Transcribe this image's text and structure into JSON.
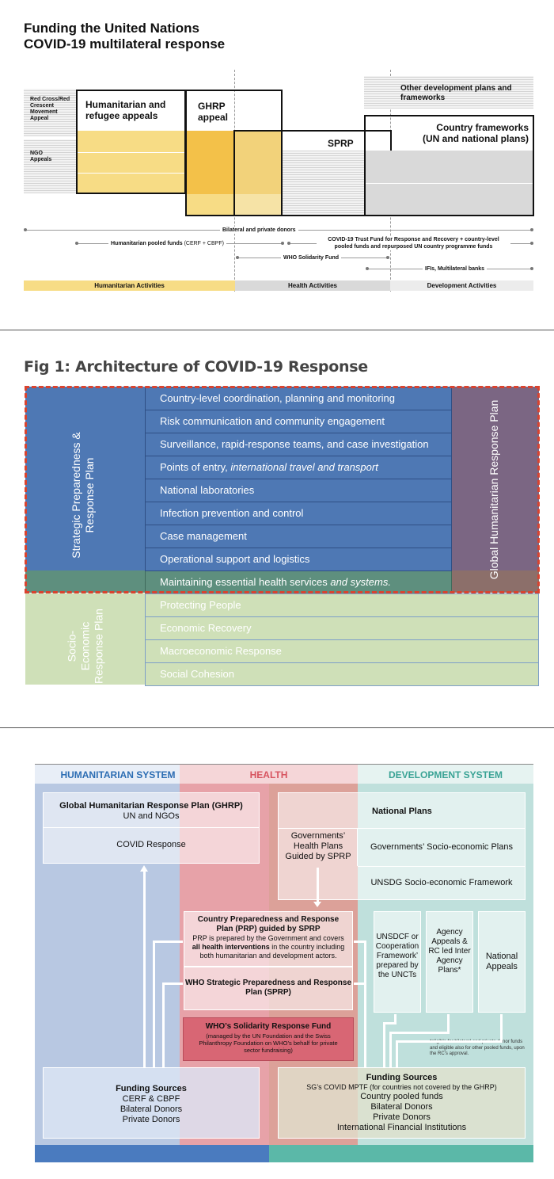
{
  "section1": {
    "title_line1": "Funding the United Nations",
    "title_line2": "COVID-19 multilateral response",
    "side_labels": {
      "red_cross": "Red Cross/Red Crescent Movement Appeal",
      "ngo": "NGO Appeals"
    },
    "boxes": {
      "humanitarian": "Humanitarian and refugee appeals",
      "ghrp": "GHRP appeal",
      "sprp": "SPRP",
      "other_dev": "Other development plans and frameworks",
      "country_frameworks": "Country frameworks (UN and national plans)"
    },
    "flows": {
      "bilateral": "Bilateral and private donors",
      "hum_pooled_bold": "Humanitarian pooled funds",
      "hum_pooled_rest": " (CERF + CBPF)",
      "covid_trust": "COVID-19 Trust Fund for Response and Recovery + country-level pooled funds and repurposed UN country programme funds",
      "who_solidarity": "WHO Solidarity Fund",
      "ifis": "IFIs, Multilateral banks"
    },
    "activity_bars": {
      "humanitarian": "Humanitarian Activities",
      "health": "Health Activities",
      "development": "Development Activities"
    },
    "colors": {
      "yellow_light": "#f7dc85",
      "yellow_dark": "#f3c149",
      "grey": "#d9d9d9"
    }
  },
  "section2": {
    "title": "Fig 1: Architecture of COVID-19 Response",
    "left_label": "Strategic Preparedness & Response Plan",
    "right_label": "Global Humanitarian Response Plan",
    "socio_label_line1": "Socio-",
    "socio_label_line2": "Economic",
    "socio_label_line3": "Response Plan",
    "blue_rows": [
      "Country-level coordination, planning and monitoring",
      "Risk communication and community engagement",
      "Surveillance, rapid-response teams, and case investigation",
      "National laboratories",
      "Infection prevention and control",
      "Case management",
      "Operational support and logistics"
    ],
    "points_of_entry": {
      "plain": "Points of entry, ",
      "italic": "international travel and transport"
    },
    "maintaining": {
      "plain": "Maintaining essential health services ",
      "italic": "and systems."
    },
    "green_rows": [
      "Protecting People",
      "Economic Recovery",
      "Macroeconomic Response",
      "Social Cohesion"
    ],
    "colors": {
      "blue": "#4e78b4",
      "purple": "#7b6683",
      "green": "#cfe0b8",
      "dashed_border": "#d9432f"
    }
  },
  "section3": {
    "headers": {
      "humanitarian": "HUMANITARIAN SYSTEM",
      "health": "HEALTH",
      "development": "DEVELOPMENT SYSTEM"
    },
    "ghrp_title": "Global Humanitarian Response Plan (GHRP)",
    "ghrp_sub": "UN and NGOs",
    "covid_response": "COVID Response",
    "national_plans": "National Plans",
    "gov_health_plans": "Governments’ Health Plans Guided by SPRP",
    "gov_socio_plans": "Governments’ Socio-economic Plans",
    "unsdg": "UNSDG Socio-economic Framework",
    "prp_title": "Country Preparedness and Response Plan (PRP) guided by SPRP",
    "prp_body_1": "PRP is prepared by the Government and covers ",
    "prp_body_bold": "all health interventions",
    "prp_body_2": " in the country including both humanitarian and development actors.",
    "who_sprp": "WHO Strategic Preparedness and Response Plan (SPRP)",
    "solidarity_title": "WHO’s Solidarity Response Fund",
    "solidarity_body": "(managed by the UN Foundation and the Swiss Philanthropy Foundation on WHO’s behalf for private sector fundraising)",
    "unsdcf": "UNSDCF or Cooperation Framework’ prepared by the UNCTs",
    "agency_appeals": "Agency Appeals & RC led Inter Agency Plans*",
    "national_appeals": "National Appeals",
    "footnote": "*eligible for bilateral and private donor funds and  eligible also for other pooled funds, upon the RC’s approval.",
    "funding_left": {
      "title": "Funding Sources",
      "lines": [
        "CERF & CBPF",
        "Bilateral Donors",
        "Private Donors"
      ]
    },
    "funding_right": {
      "title": "Funding Sources",
      "sub": "SG’s COVID MPTF (for countries not covered by the GHRP)",
      "lines": [
        "Country pooled funds",
        "Bilateral Donors",
        "Private Donors",
        "International Financial Institutions"
      ]
    },
    "colors": {
      "blue_col": "#b8c8e2",
      "red_col": "#e7a2a8",
      "teal_col": "#bfe0dc",
      "blue_bar": "#4a7bbf",
      "teal_bar": "#5bb8a8",
      "solidarity": "#d86674"
    }
  }
}
